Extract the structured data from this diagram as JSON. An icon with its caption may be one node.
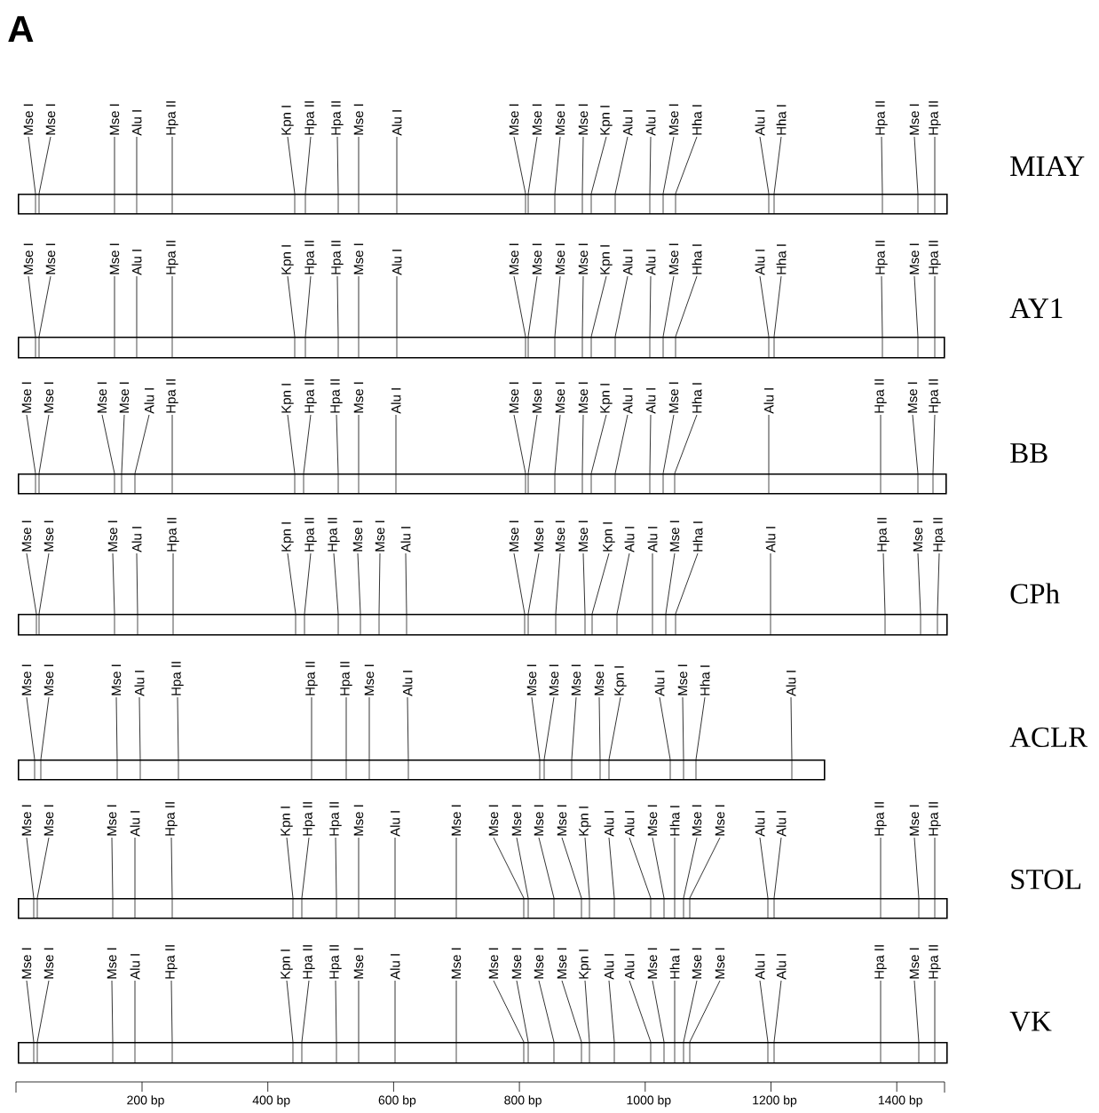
{
  "diagram": {
    "nodes": [
      {
        "text": [
          "Mse I"
        ]
      },
      {
        "text": [
          "Mse I"
        ]
      },
      {
        "text": [
          "Mse I"
        ]
      },
      {
        "text": [
          "Alu I"
        ]
      },
      {
        "text": [
          "Hpa II"
        ]
      },
      {
        "text": [
          "Kpn I"
        ]
      },
      {
        "text": [
          "Hpa II"
        ]
      },
      {
        "text": [
          "Hpa II"
        ]
      },
      {
        "text": [
          "Mse I"
        ]
      },
      {
        "text": [
          "Alu I"
        ]
      },
      {
        "text": [
          "Mse I"
        ]
      },
      {
        "text": [
          "Mse I"
        ]
      },
      {
        "text": [
          "Mse I"
        ]
      },
      {
        "text": [
          "Mse I"
        ]
      },
      {
        "text": [
          "Kpn I"
        ]
      },
      {
        "text": [
          "Alu I"
        ]
      },
      {
        "text": [
          "Alu I"
        ]
      },
      {
        "text": [
          "Mse I"
        ]
      },
      {
        "text": [
          "Hha I"
        ]
      },
      {
        "text": [
          "Alu I"
        ]
      },
      {
        "text": [
          "Hha I"
        ]
      },
      {
        "text": [
          "Hpa II"
        ]
      },
      {
        "text": [
          "Mse I"
        ]
      },
      {
        "text": [
          "Hpa II"
        ]
      },
      {
        "text": [],
        "shape": "bar",
        "beside": [
          "MIAY"
        ]
      },
      {
        "text": [
          "Mse I"
        ]
      },
      {
        "text": [
          "Mse I"
        ]
      },
      {
        "text": [
          "Mse I"
        ]
      },
      {
        "text": [
          "Alu I"
        ]
      },
      {
        "text": [
          "Hpa II"
        ]
      },
      {
        "text": [
          "Kpn I"
        ]
      },
      {
        "text": [
          "Hpa II"
        ]
      },
      {
        "text": [
          "Hpa II"
        ]
      },
      {
        "text": [
          "Mse I"
        ]
      },
      {
        "text": [
          "Alu I"
        ]
      },
      {
        "text": [
          "Mse I"
        ]
      },
      {
        "text": [
          "Mse I"
        ]
      },
      {
        "text": [
          "Mse I"
        ]
      },
      {
        "text": [
          "Mse I"
        ]
      },
      {
        "text": [
          "Kpn I"
        ]
      },
      {
        "text": [
          "Alu I"
        ]
      },
      {
        "text": [
          "Alu I"
        ]
      },
      {
        "text": [
          "Mse I"
        ]
      },
      {
        "text": [
          "Hha I"
        ]
      },
      {
        "text": [
          "Alu I"
        ]
      },
      {
        "text": [
          "Hha I"
        ]
      },
      {
        "text": [
          "Hpa II"
        ]
      },
      {
        "text": [
          "Mse I"
        ]
      },
      {
        "text": [
          "Hpa II"
        ]
      },
      {
        "text": [],
        "shape": "bar",
        "beside": [
          "AY1"
        ]
      },
      {
        "text": [
          "Mse I"
        ]
      },
      {
        "text": [
          "Mse I"
        ]
      },
      {
        "text": [
          "Mse I"
        ]
      },
      {
        "text": [
          "Mse I"
        ]
      },
      {
        "text": [
          "Alu I"
        ]
      },
      {
        "text": [
          "Hpa II"
        ]
      },
      {
        "text": [
          "Kpn I"
        ]
      },
      {
        "text": [
          "Hpa II"
        ]
      },
      {
        "text": [
          "Hpa II"
        ]
      },
      {
        "text": [
          "Mse I"
        ]
      },
      {
        "text": [
          "Alu I"
        ]
      },
      {
        "text": [
          "Mse I"
        ]
      },
      {
        "text": [
          "Mse I"
        ]
      },
      {
        "text": [
          "Mse I"
        ]
      },
      {
        "text": [
          "Mse I"
        ]
      },
      {
        "text": [
          "Kpn I"
        ]
      },
      {
        "text": [
          "Alu I"
        ]
      },
      {
        "text": [
          "Alu I"
        ]
      },
      {
        "text": [
          "Mse I"
        ]
      },
      {
        "text": [
          "Hha I"
        ]
      },
      {
        "text": [
          "Alu I"
        ]
      },
      {
        "text": [
          "Hpa II"
        ]
      },
      {
        "text": [
          "Mse I"
        ]
      },
      {
        "text": [
          "Hpa II"
        ]
      },
      {
        "text": [],
        "shape": "bar",
        "beside": [
          "BB"
        ]
      },
      {
        "text": [
          "Mse I"
        ]
      },
      {
        "text": [
          "Mse I"
        ]
      },
      {
        "text": [
          "Mse I"
        ]
      },
      {
        "text": [
          "Alu I"
        ]
      },
      {
        "text": [
          "Hpa II"
        ]
      },
      {
        "text": [
          "Kpn I"
        ]
      },
      {
        "text": [
          "Hpa II"
        ]
      },
      {
        "text": [
          "Hpa II"
        ]
      },
      {
        "text": [
          "Mse I"
        ]
      },
      {
        "text": [
          "Mse I"
        ]
      },
      {
        "text": [
          "Alu I"
        ]
      },
      {
        "text": [
          "Mse I"
        ]
      },
      {
        "text": [
          "Mse I"
        ]
      },
      {
        "text": [
          "Mse I"
        ]
      },
      {
        "text": [
          "Mse I"
        ]
      },
      {
        "text": [
          "Kpn I"
        ]
      },
      {
        "text": [
          "Alu I"
        ]
      },
      {
        "text": [
          "Alu I"
        ]
      },
      {
        "text": [
          "Mse I"
        ]
      },
      {
        "text": [
          "Hha I"
        ]
      },
      {
        "text": [
          "Alu I"
        ]
      },
      {
        "text": [
          "Hpa II"
        ]
      },
      {
        "text": [
          "Mse I"
        ]
      },
      {
        "text": [
          "Hpa II"
        ]
      },
      {
        "text": [],
        "shape": "bar",
        "beside": [
          "CPh"
        ]
      },
      {
        "text": [
          "Mse I"
        ]
      },
      {
        "text": [
          "Mse I"
        ]
      },
      {
        "text": [
          "Mse I"
        ]
      },
      {
        "text": [
          "Alu I"
        ]
      },
      {
        "text": [
          "Hpa II"
        ]
      },
      {
        "text": [
          "Hpa II"
        ]
      },
      {
        "text": [
          "Hpa II"
        ]
      },
      {
        "text": [
          "Mse I"
        ]
      },
      {
        "text": [
          "Alu I"
        ]
      },
      {
        "text": [
          "Mse I"
        ]
      },
      {
        "text": [
          "Mse I"
        ]
      },
      {
        "text": [
          "Mse I"
        ]
      },
      {
        "text": [
          "Mse I"
        ]
      },
      {
        "text": [
          "Kpn I"
        ]
      },
      {
        "text": [
          "Alu I"
        ]
      },
      {
        "text": [
          "Mse I"
        ]
      },
      {
        "text": [
          "Hha I"
        ]
      },
      {
        "text": [
          "Alu I"
        ]
      },
      {
        "text": [],
        "shape": "bar"
      },
      {
        "text": [
          "Mse I"
        ]
      },
      {
        "text": [
          "Mse I"
        ]
      },
      {
        "text": [
          "Mse I"
        ]
      },
      {
        "text": [
          "Alu I"
        ]
      },
      {
        "text": [
          "Hpa II"
        ]
      },
      {
        "text": [
          "Kpn I"
        ]
      },
      {
        "text": [
          "Hpa II"
        ]
      },
      {
        "text": [
          "Hpa II"
        ]
      },
      {
        "text": [
          "Mse I"
        ]
      },
      {
        "text": [
          "Alu I"
        ]
      },
      {
        "text": [
          "Mse I"
        ]
      },
      {
        "text": [
          "Mse I"
        ]
      },
      {
        "text": [
          "Mse I"
        ]
      },
      {
        "text": [
          "Mse I"
        ]
      },
      {
        "text": [
          "Mse I"
        ]
      },
      {
        "text": [
          "Kpn I"
        ]
      },
      {
        "text": [
          "Alu I"
        ]
      },
      {
        "text": [
          "Alu I"
        ]
      },
      {
        "text": [
          "Mse I"
        ]
      },
      {
        "text": [
          "Hha I"
        ]
      },
      {
        "text": [
          "Mse I"
        ]
      },
      {
        "text": [
          "Mse I"
        ]
      },
      {
        "text": [
          "Alu I"
        ]
      },
      {
        "text": [
          "Alu I"
        ]
      },
      {
        "text": [
          "Hpa II"
        ]
      },
      {
        "text": [
          "Mse I"
        ]
      },
      {
        "text": [
          "Hpa II"
        ]
      },
      {
        "text": [],
        "shape": "bar",
        "beside": [
          "STOL"
        ]
      },
      {
        "text": [
          "Mse I"
        ]
      },
      {
        "text": [
          "Mse I"
        ]
      },
      {
        "text": [
          "Mse I"
        ]
      },
      {
        "text": [
          "Alu I"
        ]
      },
      {
        "text": [
          "Hpa II"
        ]
      },
      {
        "text": [
          "Kpn I"
        ]
      },
      {
        "text": [
          "Hpa II"
        ]
      },
      {
        "text": [
          "Hpa II"
        ]
      },
      {
        "text": [
          "Mse I"
        ]
      },
      {
        "text": [
          "Alu I"
        ]
      },
      {
        "text": [
          "Mse I"
        ]
      },
      {
        "text": [
          "Mse I"
        ]
      },
      {
        "text": [
          "Mse I"
        ]
      },
      {
        "text": [
          "Mse I"
        ]
      },
      {
        "text": [
          "Mse I"
        ]
      },
      {
        "text": [
          "Kpn I"
        ]
      },
      {
        "text": [
          "Alu I"
        ]
      },
      {
        "text": [
          "Alu I"
        ]
      },
      {
        "text": [
          "Mse I"
        ]
      },
      {
        "text": [
          "Hha I"
        ]
      },
      {
        "text": [
          "Mse I"
        ]
      },
      {
        "text": [
          "Mse I"
        ]
      },
      {
        "text": [
          "Alu I"
        ]
      },
      {
        "text": [
          "Alu I"
        ]
      },
      {
        "text": [
          "Hpa II"
        ]
      },
      {
        "text": [
          "Mse I"
        ]
      },
      {
        "text": [
          "Hpa II"
        ]
      },
      {
        "text": [],
        "shape": "bar",
        "beside": [
          "VK"
        ]
      }
    ],
    "edges": [
      {
        "from": 0,
        "to": 24,
        "arrow": "none"
      },
      {
        "from": 1,
        "to": 24,
        "arrow": "none"
      },
      {
        "from": 2,
        "to": 24,
        "arrow": "none"
      },
      {
        "from": 3,
        "to": 24,
        "arrow": "none"
      },
      {
        "from": 4,
        "to": 24,
        "arrow": "none"
      },
      {
        "from": 5,
        "to": 24,
        "arrow": "none"
      },
      {
        "from": 6,
        "to": 24,
        "arrow": "none"
      },
      {
        "from": 7,
        "to": 24,
        "arrow": "none"
      },
      {
        "from": 8,
        "to": 24,
        "arrow": "none"
      },
      {
        "from": 9,
        "to": 24,
        "arrow": "none"
      },
      {
        "from": 10,
        "to": 24,
        "arrow": "none"
      },
      {
        "from": 11,
        "to": 24,
        "arrow": "none"
      },
      {
        "from": 12,
        "to": 24,
        "arrow": "none"
      },
      {
        "from": 13,
        "to": 24,
        "arrow": "none"
      },
      {
        "from": 14,
        "to": 24,
        "arrow": "none"
      },
      {
        "from": 15,
        "to": 24,
        "arrow": "none"
      },
      {
        "from": 16,
        "to": 24,
        "arrow": "none"
      },
      {
        "from": 17,
        "to": 24,
        "arrow": "none"
      },
      {
        "from": 18,
        "to": 24,
        "arrow": "none"
      },
      {
        "from": 19,
        "to": 24,
        "arrow": "none"
      },
      {
        "from": 20,
        "to": 24,
        "arrow": "none"
      },
      {
        "from": 21,
        "to": 24,
        "arrow": "none"
      },
      {
        "from": 22,
        "to": 24,
        "arrow": "none"
      },
      {
        "from": 23,
        "to": 24,
        "arrow": "none"
      },
      {
        "from": 25,
        "to": 49,
        "arrow": "none"
      },
      {
        "from": 26,
        "to": 49,
        "arrow": "none"
      },
      {
        "from": 27,
        "to": 49,
        "arrow": "none"
      },
      {
        "from": 28,
        "to": 49,
        "arrow": "none"
      },
      {
        "from": 29,
        "to": 49,
        "arrow": "none"
      },
      {
        "from": 30,
        "to": 49,
        "arrow": "none"
      },
      {
        "from": 31,
        "to": 49,
        "arrow": "none"
      },
      {
        "from": 32,
        "to": 49,
        "arrow": "none"
      },
      {
        "from": 33,
        "to": 49,
        "arrow": "none"
      },
      {
        "from": 34,
        "to": 49,
        "arrow": "none"
      },
      {
        "from": 35,
        "to": 49,
        "arrow": "none"
      },
      {
        "from": 36,
        "to": 49,
        "arrow": "none"
      },
      {
        "from": 37,
        "to": 49,
        "arrow": "none"
      },
      {
        "from": 38,
        "to": 49,
        "arrow": "none"
      },
      {
        "from": 39,
        "to": 49,
        "arrow": "none"
      },
      {
        "from": 40,
        "to": 49,
        "arrow": "none"
      },
      {
        "from": 41,
        "to": 49,
        "arrow": "none"
      },
      {
        "from": 42,
        "to": 49,
        "arrow": "none"
      },
      {
        "from": 43,
        "to": 49,
        "arrow": "none"
      },
      {
        "from": 44,
        "to": 49,
        "arrow": "none"
      },
      {
        "from": 45,
        "to": 49,
        "arrow": "none"
      },
      {
        "from": 46,
        "to": 49,
        "arrow": "none"
      },
      {
        "from": 47,
        "to": 49,
        "arrow": "none"
      },
      {
        "from": 48,
        "to": 49,
        "arrow": "none"
      },
      {
        "from": 50,
        "to": 74,
        "arrow": "none"
      },
      {
        "from": 51,
        "to": 74,
        "arrow": "none"
      },
      {
        "from": 52,
        "to": 74,
        "arrow": "none"
      },
      {
        "from": 53,
        "to": 74,
        "arrow": "none"
      },
      {
        "from": 54,
        "to": 74,
        "arrow": "none"
      },
      {
        "from": 55,
        "to": 74,
        "arrow": "none"
      },
      {
        "from": 56,
        "to": 74,
        "arrow": "none"
      },
      {
        "from": 57,
        "to": 74,
        "arrow": "none"
      },
      {
        "from": 58,
        "to": 74,
        "arrow": "none"
      },
      {
        "from": 59,
        "to": 74,
        "arrow": "none"
      },
      {
        "from": 60,
        "to": 74,
        "arrow": "none"
      },
      {
        "from": 61,
        "to": 74,
        "arrow": "none"
      },
      {
        "from": 62,
        "to": 74,
        "arrow": "none"
      },
      {
        "from": 63,
        "to": 74,
        "arrow": "none"
      },
      {
        "from": 64,
        "to": 74,
        "arrow": "none"
      },
      {
        "from": 65,
        "to": 74,
        "arrow": "none"
      },
      {
        "from": 66,
        "to": 74,
        "arrow": "none"
      },
      {
        "from": 67,
        "to": 74,
        "arrow": "none"
      },
      {
        "from": 68,
        "to": 74,
        "arrow": "none"
      },
      {
        "from": 69,
        "to": 74,
        "arrow": "none"
      },
      {
        "from": 70,
        "to": 74,
        "arrow": "none"
      },
      {
        "from": 71,
        "to": 74,
        "arrow": "none"
      },
      {
        "from": 72,
        "to": 74,
        "arrow": "none"
      },
      {
        "from": 73,
        "to": 74,
        "arrow": "none"
      },
      {
        "from": 75,
        "to": 99,
        "arrow": "none"
      },
      {
        "from": 76,
        "to": 99,
        "arrow": "none"
      },
      {
        "from": 77,
        "to": 99,
        "arrow": "none"
      },
      {
        "from": 78,
        "to": 99,
        "arrow": "none"
      },
      {
        "from": 79,
        "to": 99,
        "arrow": "none"
      },
      {
        "from": 80,
        "to": 99,
        "arrow": "none"
      },
      {
        "from": 81,
        "to": 99,
        "arrow": "none"
      },
      {
        "from": 82,
        "to": 99,
        "arrow": "none"
      },
      {
        "from": 83,
        "to": 99,
        "arrow": "none"
      },
      {
        "from": 84,
        "to": 99,
        "arrow": "none"
      },
      {
        "from": 85,
        "to": 99,
        "arrow": "none"
      },
      {
        "from": 86,
        "to": 99,
        "arrow": "none"
      },
      {
        "from": 87,
        "to": 99,
        "arrow": "none"
      },
      {
        "from": 88,
        "to": 99,
        "arrow": "none"
      },
      {
        "from": 89,
        "to": 99,
        "arrow": "none"
      },
      {
        "from": 90,
        "to": 99,
        "arrow": "none"
      },
      {
        "from": 91,
        "to": 99,
        "arrow": "none"
      },
      {
        "from": 92,
        "to": 99,
        "arrow": "none"
      },
      {
        "from": 93,
        "to": 99,
        "arrow": "none"
      },
      {
        "from": 94,
        "to": 99,
        "arrow": "none"
      },
      {
        "from": 95,
        "to": 99,
        "arrow": "none"
      },
      {
        "from": 96,
        "to": 99,
        "arrow": "none"
      },
      {
        "from": 97,
        "to": 99,
        "arrow": "none"
      },
      {
        "from": 98,
        "to": 99,
        "arrow": "none"
      },
      {
        "from": 100,
        "to": 118,
        "arrow": "none"
      },
      {
        "from": 101,
        "to": 118,
        "arrow": "none"
      },
      {
        "from": 102,
        "to": 118,
        "arrow": "none"
      },
      {
        "from": 103,
        "to": 118,
        "arrow": "none"
      },
      {
        "from": 104,
        "to": 118,
        "arrow": "none"
      },
      {
        "from": 105,
        "to": 118,
        "arrow": "none"
      },
      {
        "from": 106,
        "to": 118,
        "arrow": "none"
      },
      {
        "from": 107,
        "to": 118,
        "arrow": "none"
      },
      {
        "from": 108,
        "to": 118,
        "arrow": "none"
      },
      {
        "from": 109,
        "to": 118,
        "arrow": "none"
      },
      {
        "from": 110,
        "to": 118,
        "arrow": "none"
      },
      {
        "from": 111,
        "to": 118,
        "arrow": "none"
      },
      {
        "from": 112,
        "to": 118,
        "arrow": "none"
      },
      {
        "from": 113,
        "to": 118,
        "arrow": "none"
      },
      {
        "from": 114,
        "to": 118,
        "arrow": "none"
      },
      {
        "from": 115,
        "to": 118,
        "arrow": "none"
      },
      {
        "from": 116,
        "to": 118,
        "arrow": "none"
      },
      {
        "from": 117,
        "to": 118,
        "arrow": "none"
      },
      {
        "from": 119,
        "to": 146,
        "arrow": "none"
      },
      {
        "from": 120,
        "to": 146,
        "arrow": "none"
      },
      {
        "from": 121,
        "to": 146,
        "arrow": "none"
      },
      {
        "from": 122,
        "to": 146,
        "arrow": "none"
      },
      {
        "from": 123,
        "to": 146,
        "arrow": "none"
      },
      {
        "from": 124,
        "to": 146,
        "arrow": "none"
      },
      {
        "from": 125,
        "to": 146,
        "arrow": "none"
      },
      {
        "from": 126,
        "to": 146,
        "arrow": "none"
      },
      {
        "from": 127,
        "to": 146,
        "arrow": "none"
      },
      {
        "from": 128,
        "to": 146,
        "arrow": "none"
      },
      {
        "from": 129,
        "to": 146,
        "arrow": "none"
      },
      {
        "from": 130,
        "to": 146,
        "arrow": "none"
      },
      {
        "from": 131,
        "to": 146,
        "arrow": "none"
      },
      {
        "from": 132,
        "to": 146,
        "arrow": "none"
      },
      {
        "from": 133,
        "to": 146,
        "arrow": "none"
      },
      {
        "from": 134,
        "to": 146,
        "arrow": "none"
      },
      {
        "from": 135,
        "to": 146,
        "arrow": "none"
      },
      {
        "from": 136,
        "to": 146,
        "arrow": "none"
      },
      {
        "from": 137,
        "to": 146,
        "arrow": "none"
      },
      {
        "from": 138,
        "to": 146,
        "arrow": "none"
      },
      {
        "from": 139,
        "to": 146,
        "arrow": "none"
      },
      {
        "from": 140,
        "to": 146,
        "arrow": "none"
      },
      {
        "from": 141,
        "to": 146,
        "arrow": "none"
      },
      {
        "from": 142,
        "to": 146,
        "arrow": "none"
      },
      {
        "from": 143,
        "to": 146,
        "arrow": "none"
      },
      {
        "from": 144,
        "to": 146,
        "arrow": "none"
      },
      {
        "from": 145,
        "to": 146,
        "arrow": "none"
      },
      {
        "from": 147,
        "to": 174,
        "arrow": "none"
      },
      {
        "from": 148,
        "to": 174,
        "arrow": "none"
      },
      {
        "from": 149,
        "to": 174,
        "arrow": "none"
      },
      {
        "from": 150,
        "to": 174,
        "arrow": "none"
      },
      {
        "from": 151,
        "to": 174,
        "arrow": "none"
      },
      {
        "from": 152,
        "to": 174,
        "arrow": "none"
      },
      {
        "from": 153,
        "to": 174,
        "arrow": "none"
      },
      {
        "from": 154,
        "to": 174,
        "arrow": "none"
      },
      {
        "from": 155,
        "to": 174,
        "arrow": "none"
      },
      {
        "from": 156,
        "to": 174,
        "arrow": "none"
      },
      {
        "from": 157,
        "to": 174,
        "arrow": "none"
      },
      {
        "from": 158,
        "to": 174,
        "arrow": "none"
      },
      {
        "from": 159,
        "to": 174,
        "arrow": "none"
      },
      {
        "from": 160,
        "to": 174,
        "arrow": "none"
      },
      {
        "from": 161,
        "to": 174,
        "arrow": "none"
      },
      {
        "from": 162,
        "to": 174,
        "arrow": "none"
      },
      {
        "from": 163,
        "to": 174,
        "arrow": "none"
      },
      {
        "from": 164,
        "to": 174,
        "arrow": "none"
      },
      {
        "from": 165,
        "to": 174,
        "arrow": "none"
      },
      {
        "from": 166,
        "to": 174,
        "arrow": "none"
      },
      {
        "from": 167,
        "to": 174,
        "arrow": "none"
      },
      {
        "from": 168,
        "to": 174,
        "arrow": "none"
      },
      {
        "from": 169,
        "to": 174,
        "arrow": "none"
      },
      {
        "from": 170,
        "to": 174,
        "arrow": "none"
      },
      {
        "from": 171,
        "to": 174,
        "arrow": "none"
      },
      {
        "from": 172,
        "to": 174,
        "arrow": "none"
      },
      {
        "from": 173,
        "to": 174,
        "arrow": "none"
      }
    ],
    "labels": [
      "A",
      "ACLR",
      "200 bp",
      "400 bp",
      "600 bp",
      "800 bp",
      "1000 bp",
      "1200 bp",
      "1400 bp"
    ]
  }
}
